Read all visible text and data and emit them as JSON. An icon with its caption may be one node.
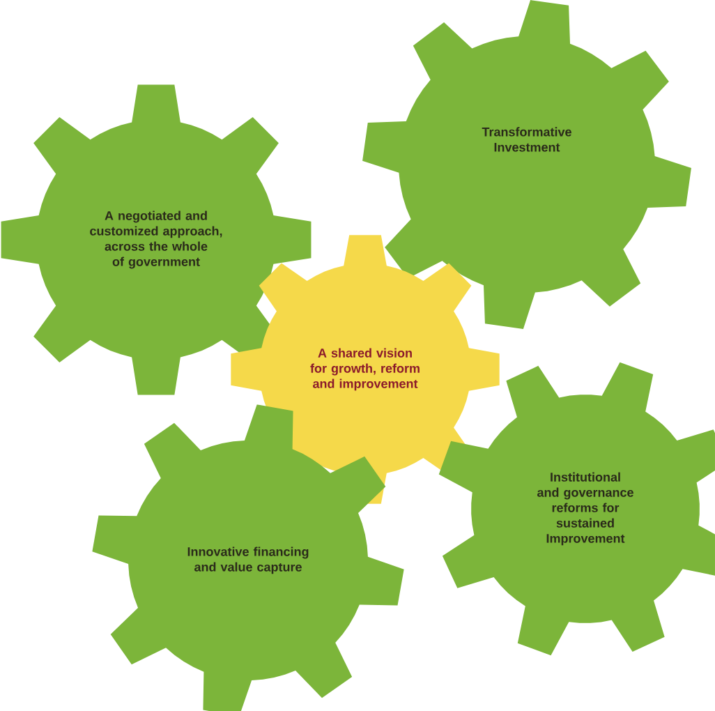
{
  "diagram": {
    "nodes": [
      {
        "text": [
          "Transformative Investment"
        ]
      },
      {
        "text": [
          "A negotiated and customized approach, across the whole of government"
        ]
      },
      {
        "text": [
          "A shared vision for growth, reform and improvement"
        ]
      },
      {
        "text": [
          "Institutional and governance reforms for sustained Improvement"
        ]
      },
      {
        "text": [
          "Innovative financing and value capture"
        ]
      }
    ]
  }
}
